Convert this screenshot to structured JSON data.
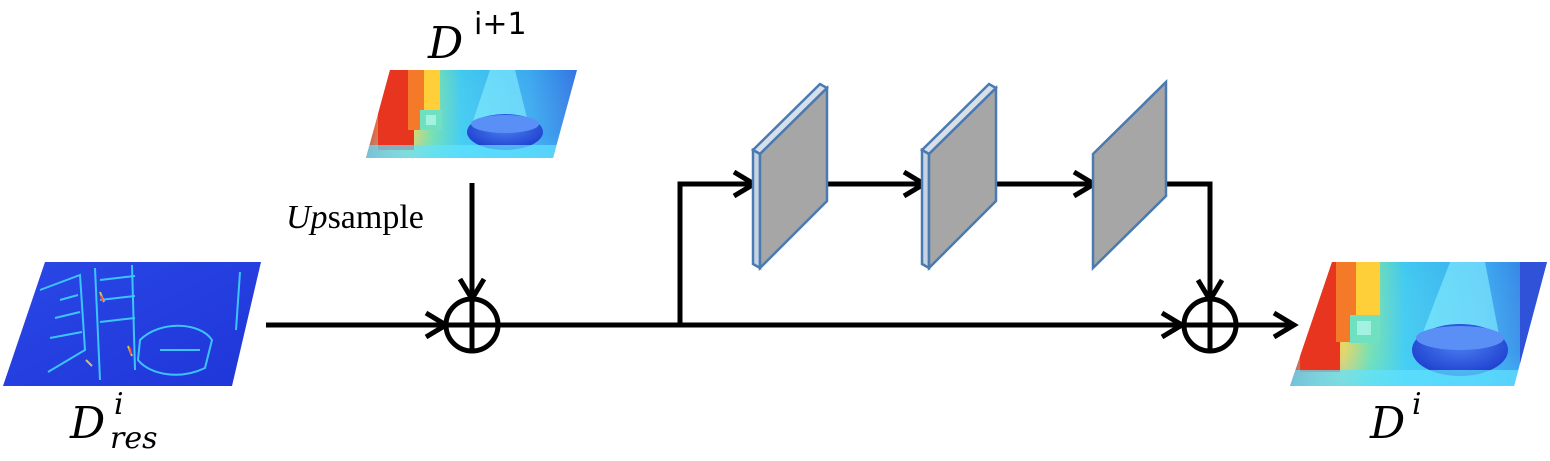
{
  "labels": {
    "top_input": {
      "base": "D",
      "sup": "i+1"
    },
    "residual_input": {
      "base": "D",
      "sup": "i",
      "sub": "res"
    },
    "output": {
      "base": "D",
      "sup": "i"
    },
    "upsample": {
      "italic": "Up",
      "plain": "sample"
    }
  },
  "colors": {
    "arrow": "#000000",
    "conv_face": "#a6a6a6",
    "conv_edge": "#4a7ab0",
    "conv_side": "#cdd7e3"
  },
  "icons": {
    "sum_node": "circled-plus-icon",
    "conv_layer": "convolution-layer-block"
  }
}
